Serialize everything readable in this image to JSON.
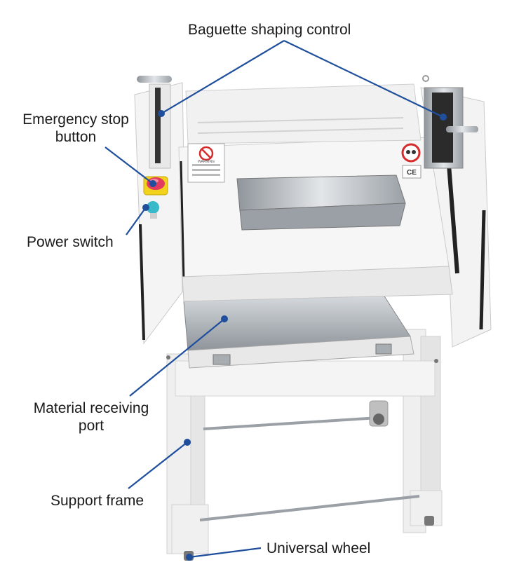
{
  "labels": {
    "baguette": "Baguette shaping control",
    "emergency_line1": "Emergency stop",
    "emergency_line2": "button",
    "power": "Power switch",
    "material_line1": "Material receiving",
    "material_line2": "port",
    "support": "Support frame",
    "wheel": "Universal wheel"
  },
  "panel": {
    "warning_word": "WARNING",
    "ce_mark": "CE"
  },
  "colors": {
    "leader_line": "#1f4f9c",
    "machine_body": "#f2f2f2",
    "stainless": "#bfc3c7",
    "emergency_button": "#e23b5f",
    "emergency_base": "#f2d21c",
    "power_button": "#39b9c9"
  }
}
